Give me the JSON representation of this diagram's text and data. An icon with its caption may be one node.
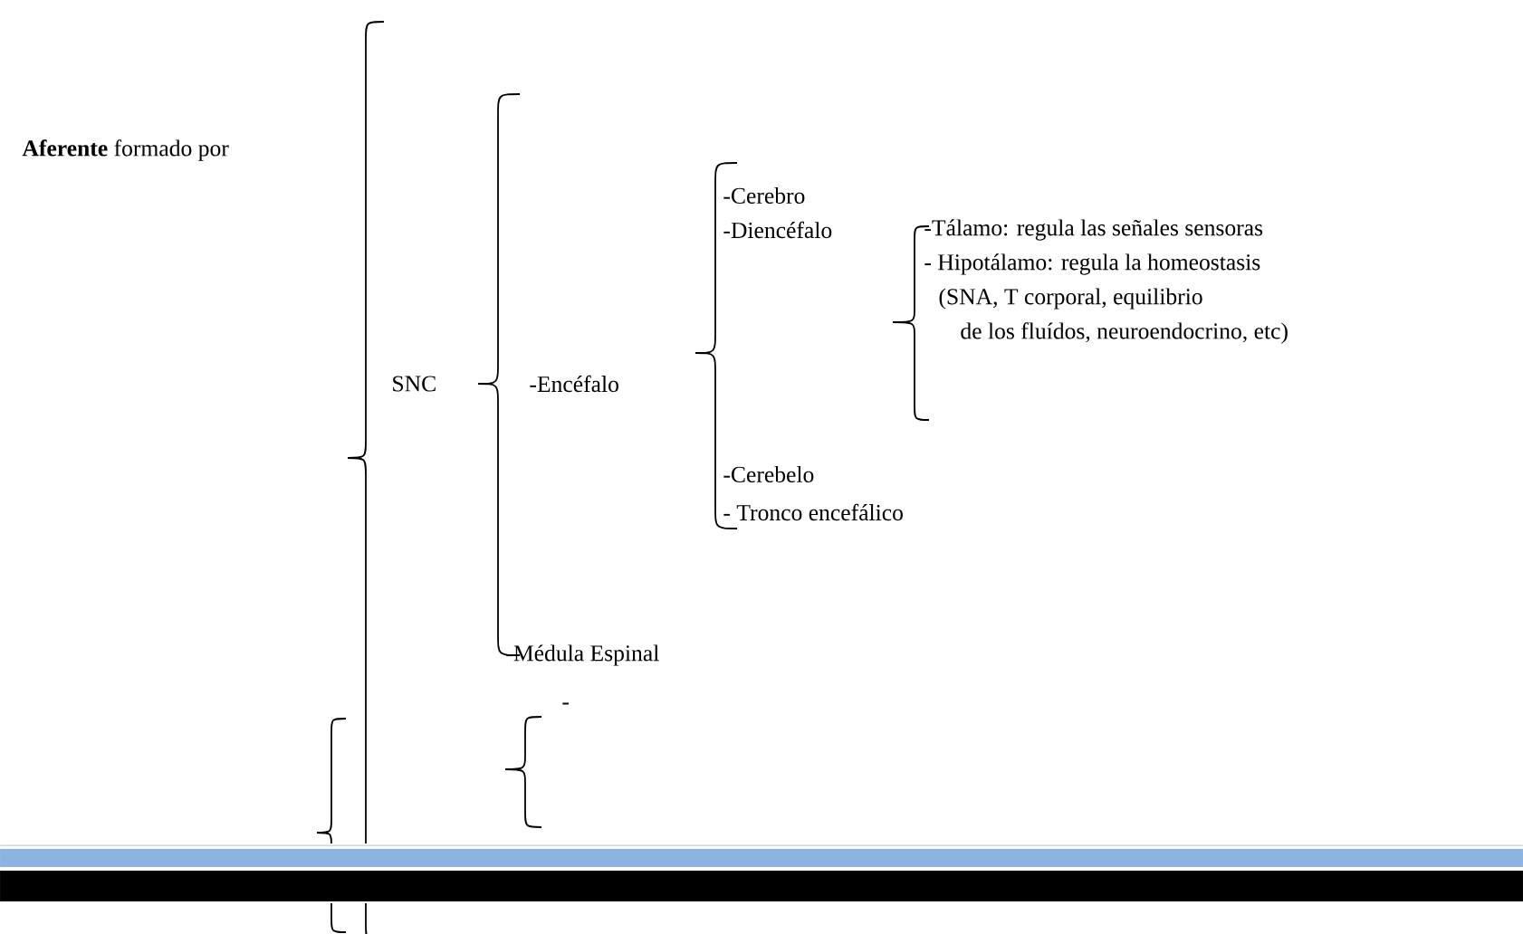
{
  "diagram": {
    "labels": [
      "**Aferente** formado por",
      "SNC",
      "-Encéfalo",
      "-Cerebro",
      "-Diencéfalo",
      "-Tálamo: regula las señales sensoras",
      "- Hipotálamo: regula la homeostasis",
      "(SNA, T corporal, equilibrio",
      "de los fluídos, neuroendocrino, etc)",
      "-Cerebelo",
      "- Tronco encefálico",
      "-Médula Espinal",
      "-"
    ]
  }
}
